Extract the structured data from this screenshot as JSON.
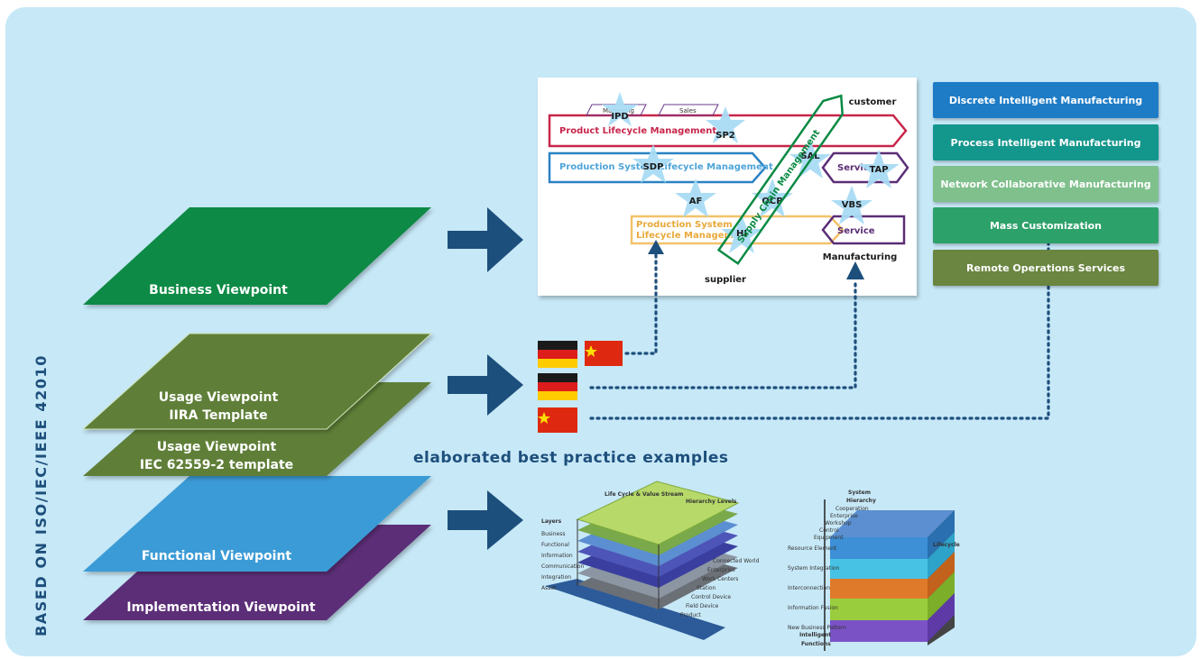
{
  "side_label": "BASED ON ISO/IEC/IEEE 42010",
  "caption": "elaborated best practice examples",
  "viewpoints": {
    "business": "Business Viewpoint",
    "usage_iira": [
      "Usage Viewpoint",
      "IIRA Template"
    ],
    "usage_iec": [
      "Usage Viewpoint",
      "IEC 62559-2 template"
    ],
    "functional": "Functional Viewpoint",
    "implementation": "Implementation Viewpoint"
  },
  "business_map": {
    "customer": "customer",
    "supplier": "supplier",
    "manufacturing": "Manufacturing",
    "marketing": "Marketing",
    "sales": "Sales",
    "plm": "Product Lifecycle Management",
    "pslm": "Production System Lifecycle Management",
    "pslm2": [
      "Production System",
      "Lifecycle Management"
    ],
    "scm": "Supply Chain Management",
    "service1": "Service",
    "service2": "Service",
    "stars": [
      "IPD",
      "SP2",
      "SDP",
      "AF",
      "OCP",
      "HI",
      "SAL",
      "TAP",
      "VBS"
    ]
  },
  "scenarios": [
    "Discrete Intelligent Manufacturing",
    "Process Intelligent Manufacturing",
    "Network Collaborative Manufacturing",
    "Mass Customization",
    "Remote Operations Services"
  ],
  "rami": {
    "title": "Life Cycle & Value Stream",
    "hier": "Hierarchy Levels",
    "layers_title": "Layers",
    "layers": [
      "Business",
      "Functional",
      "Information",
      "Communication",
      "Integration",
      "Asset"
    ],
    "hier_items": [
      "Connected World",
      "Enterprise",
      "Work Centers",
      "Station",
      "Control Device",
      "Field Device",
      "Product"
    ]
  },
  "cube": {
    "sys_hier": [
      "System",
      "Hierarchy"
    ],
    "lifecycle": "Lifecycle",
    "functions": [
      "Intelligent",
      "Functions"
    ],
    "rows": [
      "Resource Element",
      "System Integration",
      "Interconnection",
      "Information Fusion",
      "New Business Pattern"
    ],
    "top": [
      "Cooperation",
      "Enterprise",
      "Workshop",
      "Control",
      "Equipment"
    ]
  },
  "colors": {
    "panel": "#c7e8f7",
    "arrow": "#1d4f7c",
    "business": "#0b8a44",
    "usage": "#5e7f38",
    "functional": "#3b9bd6",
    "implementation": "#5b2d77",
    "scenarios": [
      "#1e7cc6",
      "#13968c",
      "#80c08d",
      "#2da16a",
      "#6a8640"
    ]
  }
}
